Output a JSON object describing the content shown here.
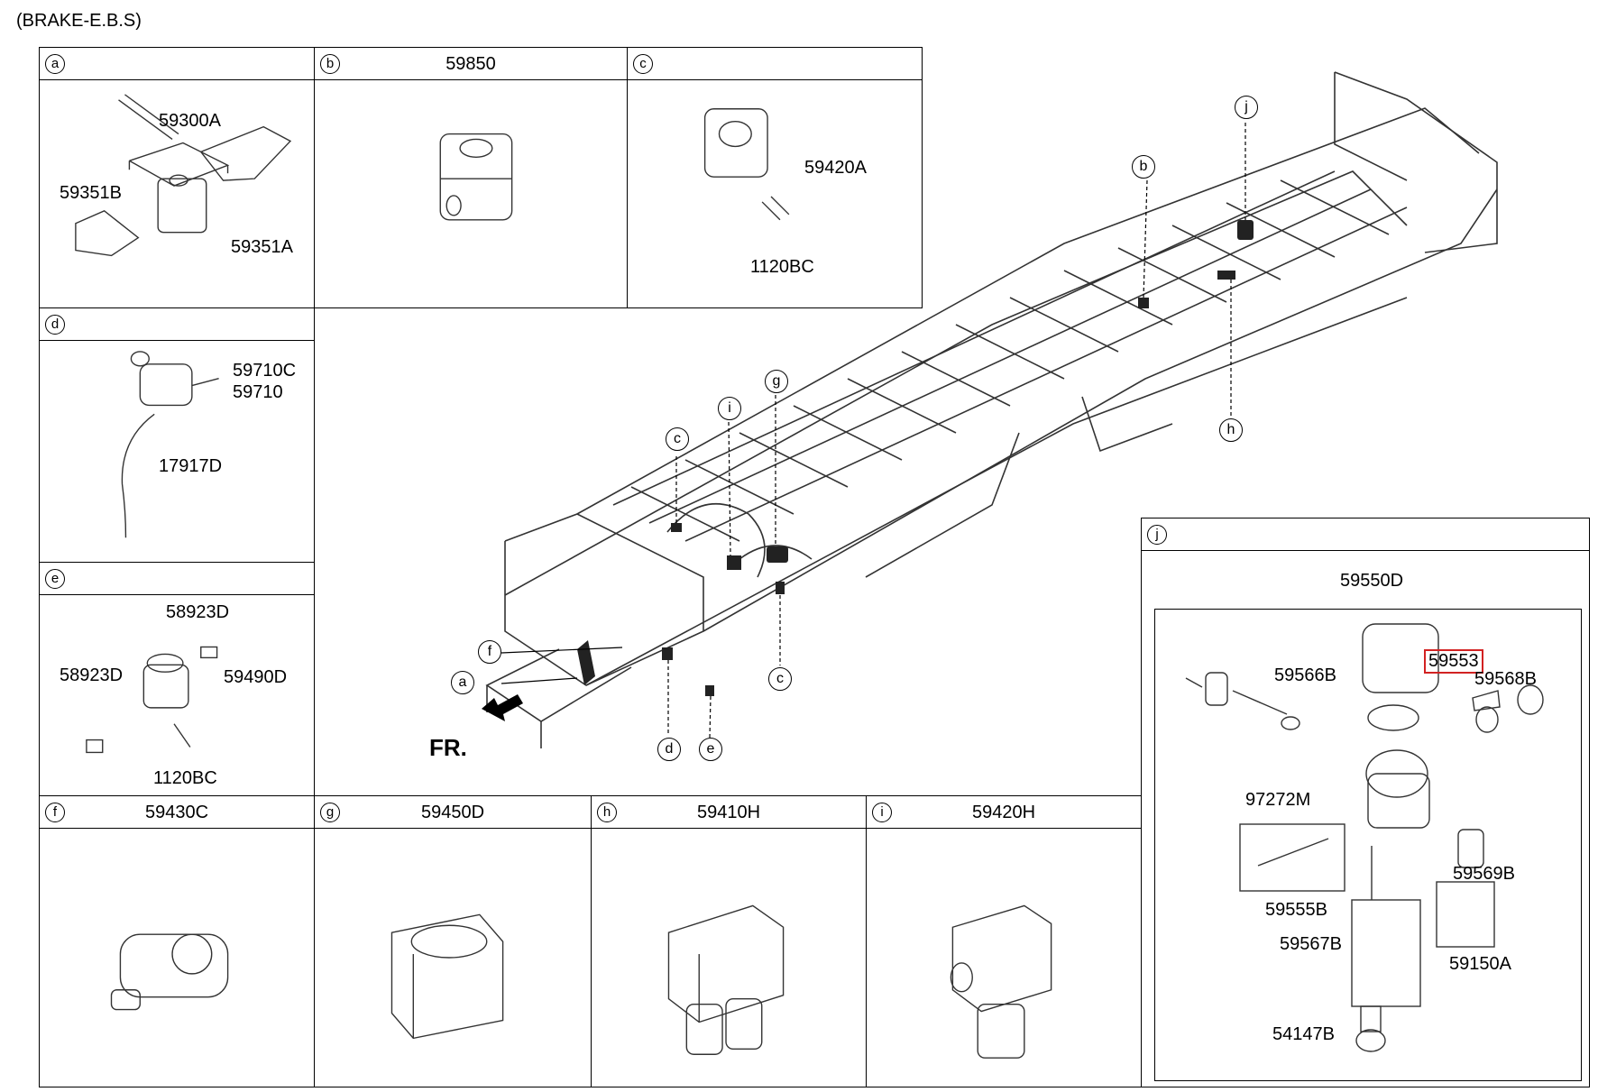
{
  "page": {
    "title": "(BRAKE-E.B.S)"
  },
  "panels": {
    "a": {
      "letter": "a",
      "title": "",
      "parts": [
        "59300A",
        "59351B",
        "59351A"
      ]
    },
    "b": {
      "letter": "b",
      "title": "59850",
      "parts": []
    },
    "c": {
      "letter": "c",
      "title": "",
      "parts": [
        "59420A",
        "1120BC"
      ]
    },
    "d": {
      "letter": "d",
      "title": "",
      "parts": [
        "59710C",
        "59710",
        "17917D"
      ]
    },
    "e": {
      "letter": "e",
      "title": "",
      "parts": [
        "58923D",
        "58923D",
        "59490D",
        "1120BC"
      ]
    },
    "f": {
      "letter": "f",
      "title": "59430C",
      "parts": []
    },
    "g": {
      "letter": "g",
      "title": "59450D",
      "parts": []
    },
    "h": {
      "letter": "h",
      "title": "59410H",
      "parts": []
    },
    "i": {
      "letter": "i",
      "title": "59420H",
      "parts": []
    },
    "j": {
      "letter": "j",
      "title": "",
      "parts": [
        "59550D",
        "59553",
        "59566B",
        "59568B",
        "97272M",
        "59569B",
        "59555B",
        "59567B",
        "59150A",
        "54147B"
      ],
      "highlighted_part": "59553",
      "highlight_color": "#d22222"
    }
  },
  "main": {
    "callouts": [
      "j",
      "b",
      "h",
      "g",
      "i",
      "c",
      "f",
      "a",
      "c",
      "d",
      "e"
    ],
    "direction_label": "FR."
  }
}
